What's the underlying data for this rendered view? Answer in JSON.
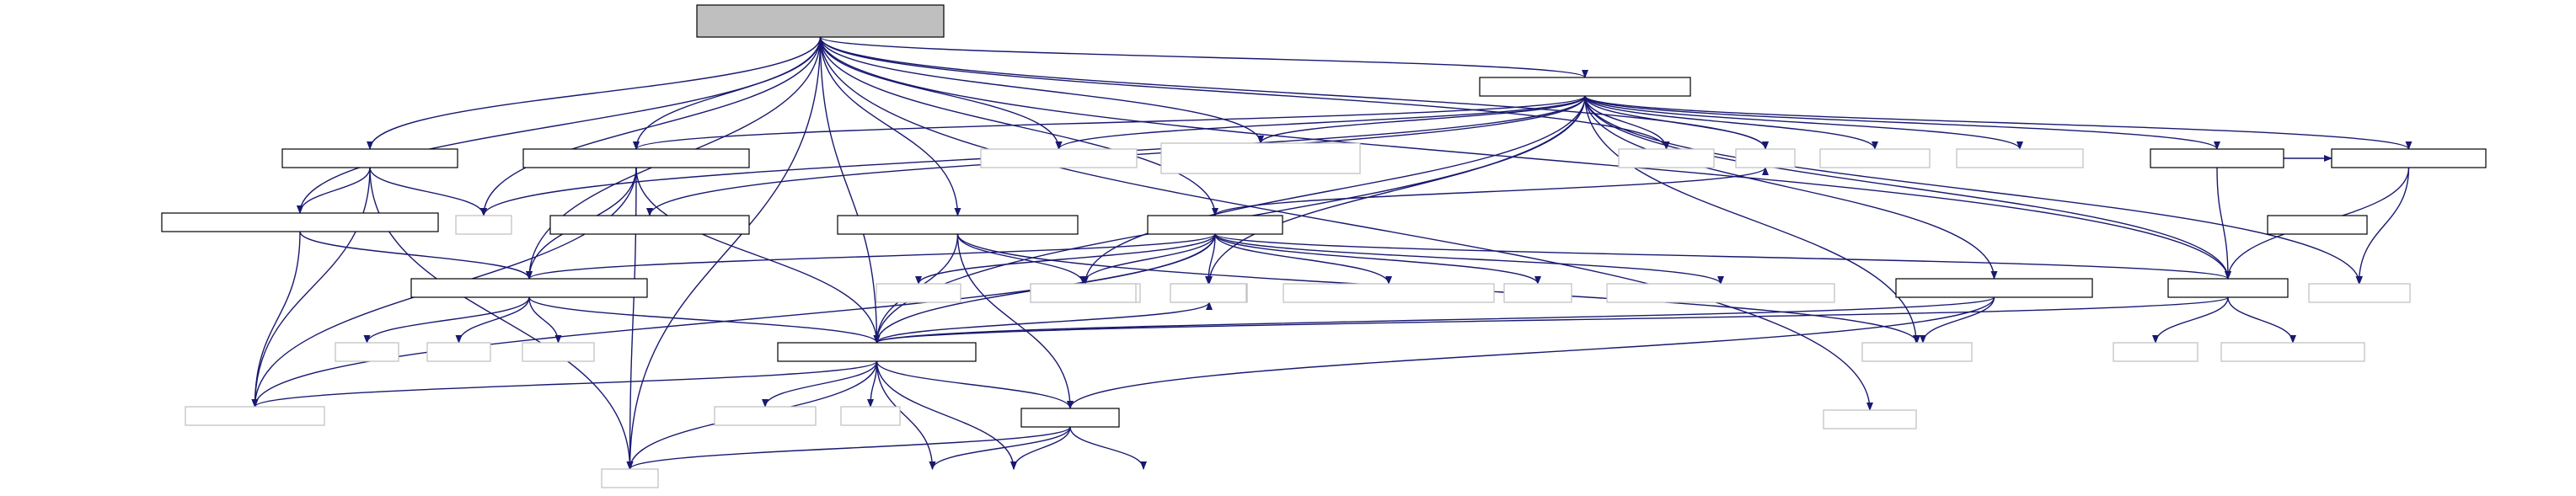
{
  "graph": {
    "colors": {
      "edge": "#191970",
      "root_fill": "#bfbfbf",
      "node_border": "#000000",
      "external_border": "#bfbfbf",
      "background": "#ffffff"
    },
    "nodes": [
      {
        "id": "n_root",
        "label": "",
        "kind": "root"
      },
      {
        "id": "n_a",
        "label": "",
        "kind": "internal"
      },
      {
        "id": "n_b",
        "label": "",
        "kind": "internal"
      },
      {
        "id": "n_c",
        "label": "",
        "kind": "internal"
      },
      {
        "id": "n_d",
        "label": "",
        "kind": "internal"
      },
      {
        "id": "n_e",
        "label": "",
        "kind": "internal"
      },
      {
        "id": "n_f",
        "label": "",
        "kind": "internal"
      },
      {
        "id": "n_g",
        "label": "",
        "kind": "internal"
      },
      {
        "id": "n_h",
        "label": "",
        "kind": "internal"
      },
      {
        "id": "n_i",
        "label": "",
        "kind": "internal"
      },
      {
        "id": "n_j",
        "label": "",
        "kind": "internal"
      },
      {
        "id": "n_k",
        "label": "",
        "kind": "internal"
      },
      {
        "id": "n_l",
        "label": "",
        "kind": "internal"
      },
      {
        "id": "n_m",
        "label": "",
        "kind": "internal"
      },
      {
        "id": "n_n",
        "label": "",
        "kind": "internal"
      },
      {
        "id": "n_o",
        "label": "",
        "kind": "internal"
      },
      {
        "id": "x1",
        "label": "",
        "kind": "external"
      },
      {
        "id": "x2",
        "label": "",
        "kind": "external"
      },
      {
        "id": "x3",
        "label": "",
        "kind": "external"
      },
      {
        "id": "x4",
        "label": "",
        "kind": "external"
      },
      {
        "id": "x5",
        "label": "",
        "kind": "external"
      },
      {
        "id": "x6",
        "label": "",
        "kind": "external"
      },
      {
        "id": "x7",
        "label": "",
        "kind": "external"
      },
      {
        "id": "x8",
        "label": "",
        "kind": "external"
      },
      {
        "id": "x9",
        "label": "",
        "kind": "external"
      },
      {
        "id": "x10",
        "label": "",
        "kind": "external"
      },
      {
        "id": "x11",
        "label": "",
        "kind": "external"
      },
      {
        "id": "x12",
        "label": "",
        "kind": "external"
      },
      {
        "id": "x13",
        "label": "",
        "kind": "external"
      },
      {
        "id": "x14",
        "label": "",
        "kind": "external"
      },
      {
        "id": "x15",
        "label": "",
        "kind": "external"
      },
      {
        "id": "x16",
        "label": "",
        "kind": "external"
      },
      {
        "id": "x17",
        "label": "",
        "kind": "external"
      },
      {
        "id": "x18",
        "label": "",
        "kind": "external"
      },
      {
        "id": "x19",
        "label": "",
        "kind": "external"
      },
      {
        "id": "x20",
        "label": "",
        "kind": "external"
      },
      {
        "id": "x21",
        "label": "",
        "kind": "external"
      },
      {
        "id": "x22",
        "label": "",
        "kind": "external"
      },
      {
        "id": "x23",
        "label": "",
        "kind": "external"
      },
      {
        "id": "x24",
        "label": "",
        "kind": "external"
      },
      {
        "id": "x25",
        "label": "",
        "kind": "external"
      },
      {
        "id": "x26",
        "label": "",
        "kind": "external"
      },
      {
        "id": "x27",
        "label": "",
        "kind": "external"
      },
      {
        "id": "x28",
        "label": "",
        "kind": "external"
      }
    ],
    "edges": [
      [
        "n_root",
        "n_a"
      ],
      [
        "n_root",
        "n_b"
      ],
      [
        "n_root",
        "n_c"
      ],
      [
        "n_root",
        "n_d"
      ],
      [
        "n_root",
        "n_e"
      ],
      [
        "n_root",
        "n_f"
      ],
      [
        "n_root",
        "n_g"
      ],
      [
        "n_root",
        "n_h"
      ],
      [
        "n_root",
        "n_i"
      ],
      [
        "n_root",
        "x1"
      ],
      [
        "n_root",
        "x2"
      ],
      [
        "n_root",
        "x3"
      ],
      [
        "n_root",
        "x4"
      ],
      [
        "n_root",
        "x5"
      ],
      [
        "n_root",
        "x6"
      ],
      [
        "n_root",
        "x7"
      ],
      [
        "n_a",
        "n_d"
      ],
      [
        "n_a",
        "n_i"
      ],
      [
        "n_a",
        "n_j"
      ],
      [
        "n_a",
        "n_k"
      ],
      [
        "n_a",
        "n_l"
      ],
      [
        "n_a",
        "n_m"
      ],
      [
        "n_a",
        "n_h"
      ],
      [
        "n_a",
        "x1"
      ],
      [
        "n_a",
        "x2"
      ],
      [
        "n_a",
        "x3"
      ],
      [
        "n_a",
        "x8"
      ],
      [
        "n_a",
        "x9"
      ],
      [
        "n_a",
        "x10"
      ],
      [
        "n_a",
        "x11"
      ],
      [
        "n_a",
        "x4"
      ],
      [
        "n_a",
        "x5"
      ],
      [
        "n_a",
        "x12"
      ],
      [
        "n_a",
        "x13"
      ],
      [
        "n_b",
        "n_c"
      ],
      [
        "n_b",
        "x1"
      ],
      [
        "n_b",
        "x14"
      ],
      [
        "n_b",
        "x6"
      ],
      [
        "n_c",
        "n_e"
      ],
      [
        "n_c",
        "x14"
      ],
      [
        "n_d",
        "n_e"
      ],
      [
        "n_d",
        "n_i"
      ],
      [
        "n_d",
        "x6"
      ],
      [
        "n_d",
        "x14"
      ],
      [
        "n_e",
        "x15"
      ],
      [
        "n_e",
        "x16"
      ],
      [
        "n_e",
        "x17"
      ],
      [
        "n_e",
        "n_i"
      ],
      [
        "n_f",
        "n_h"
      ],
      [
        "n_f",
        "n_e"
      ],
      [
        "n_f",
        "n_i"
      ],
      [
        "n_f",
        "x18"
      ],
      [
        "n_f",
        "x19"
      ],
      [
        "n_f",
        "x20"
      ],
      [
        "n_f",
        "x21"
      ],
      [
        "n_f",
        "x22"
      ],
      [
        "n_f",
        "x23"
      ],
      [
        "n_f",
        "x14"
      ],
      [
        "n_f",
        "x5"
      ],
      [
        "n_g",
        "n_i"
      ],
      [
        "n_g",
        "n_n"
      ],
      [
        "n_g",
        "x18"
      ],
      [
        "n_g",
        "x24"
      ],
      [
        "n_h",
        "n_i"
      ],
      [
        "n_h",
        "x25"
      ],
      [
        "n_h",
        "x26"
      ],
      [
        "n_i",
        "n_n"
      ],
      [
        "n_i",
        "x14"
      ],
      [
        "n_i",
        "x27"
      ],
      [
        "n_i",
        "x28"
      ],
      [
        "n_i",
        "x12"
      ],
      [
        "n_i",
        "x6"
      ],
      [
        "n_i",
        "x29"
      ],
      [
        "n_i",
        "x30"
      ],
      [
        "n_j",
        "n_h"
      ],
      [
        "n_j",
        "n_k"
      ],
      [
        "n_k",
        "n_h"
      ],
      [
        "n_k",
        "x31"
      ],
      [
        "n_l",
        "n_i"
      ],
      [
        "n_l",
        "n_n"
      ],
      [
        "n_l",
        "x32"
      ],
      [
        "n_n",
        "x6"
      ],
      [
        "n_n",
        "x29"
      ],
      [
        "n_n",
        "x30"
      ],
      [
        "n_n",
        "x33"
      ]
    ]
  }
}
